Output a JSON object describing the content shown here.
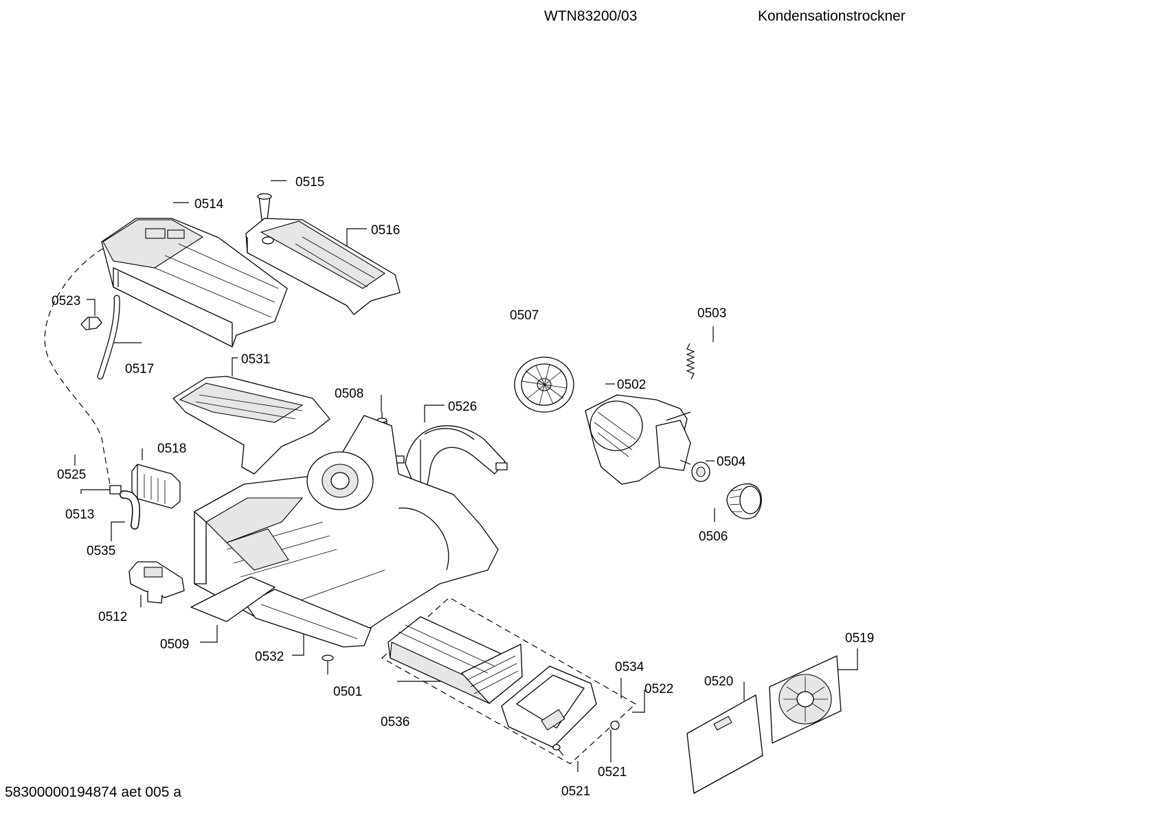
{
  "header": {
    "model": "WTN83200/03",
    "product": "Kondensationstrockner"
  },
  "footer": {
    "doc_id": "58300000194874 aet 005 a"
  },
  "parts": [
    {
      "id": "p0515",
      "label": "0515"
    },
    {
      "id": "p0514",
      "label": "0514"
    },
    {
      "id": "p0516",
      "label": "0516"
    },
    {
      "id": "p0523",
      "label": "0523"
    },
    {
      "id": "p0517",
      "label": "0517"
    },
    {
      "id": "p0531",
      "label": "0531"
    },
    {
      "id": "p0507",
      "label": "0507"
    },
    {
      "id": "p0503",
      "label": "0503"
    },
    {
      "id": "p0502",
      "label": "0502"
    },
    {
      "id": "p0508",
      "label": "0508"
    },
    {
      "id": "p0526",
      "label": "0526"
    },
    {
      "id": "p0518",
      "label": "0518"
    },
    {
      "id": "p0525",
      "label": "0525"
    },
    {
      "id": "p0504",
      "label": "0504"
    },
    {
      "id": "p0513",
      "label": "0513"
    },
    {
      "id": "p0506",
      "label": "0506"
    },
    {
      "id": "p0535",
      "label": "0535"
    },
    {
      "id": "p0512",
      "label": "0512"
    },
    {
      "id": "p0509",
      "label": "0509"
    },
    {
      "id": "p0532",
      "label": "0532"
    },
    {
      "id": "p0519",
      "label": "0519"
    },
    {
      "id": "p0534",
      "label": "0534"
    },
    {
      "id": "p0520",
      "label": "0520"
    },
    {
      "id": "p0522",
      "label": "0522"
    },
    {
      "id": "p0501",
      "label": "0501"
    },
    {
      "id": "p0536",
      "label": "0536"
    },
    {
      "id": "p0521a",
      "label": "0521"
    },
    {
      "id": "p0521b",
      "label": "0521"
    }
  ]
}
